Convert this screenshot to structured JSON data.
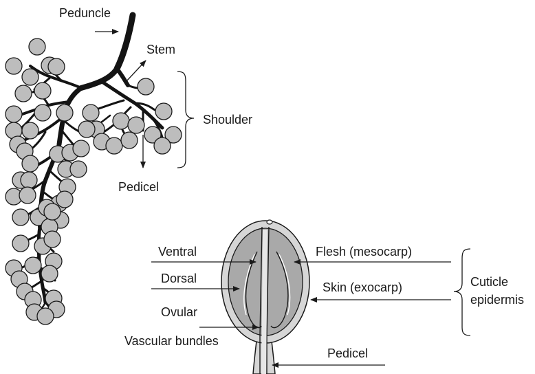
{
  "cluster": {
    "labels": {
      "peduncle": "Peduncle",
      "stem": "Stem",
      "shoulder": "Shoulder",
      "pedicel": "Pedicel"
    }
  },
  "berry_section": {
    "left_labels": {
      "ventral": "Ventral",
      "dorsal": "Dorsal",
      "ovular": "Ovular",
      "vascular": "Vascular bundles"
    },
    "right_labels": {
      "flesh": "Flesh (mesocarp)",
      "skin": "Skin (exocarp)",
      "pedicel": "Pedicel",
      "cuticle_line1": "Cuticle",
      "cuticle_line2": "epidermis"
    }
  },
  "colors": {
    "berry_fill": "#bdbdbd",
    "flesh_fill": "#a9a9a9",
    "skin_fill": "#d6d6d6",
    "stalk": "#141414"
  }
}
